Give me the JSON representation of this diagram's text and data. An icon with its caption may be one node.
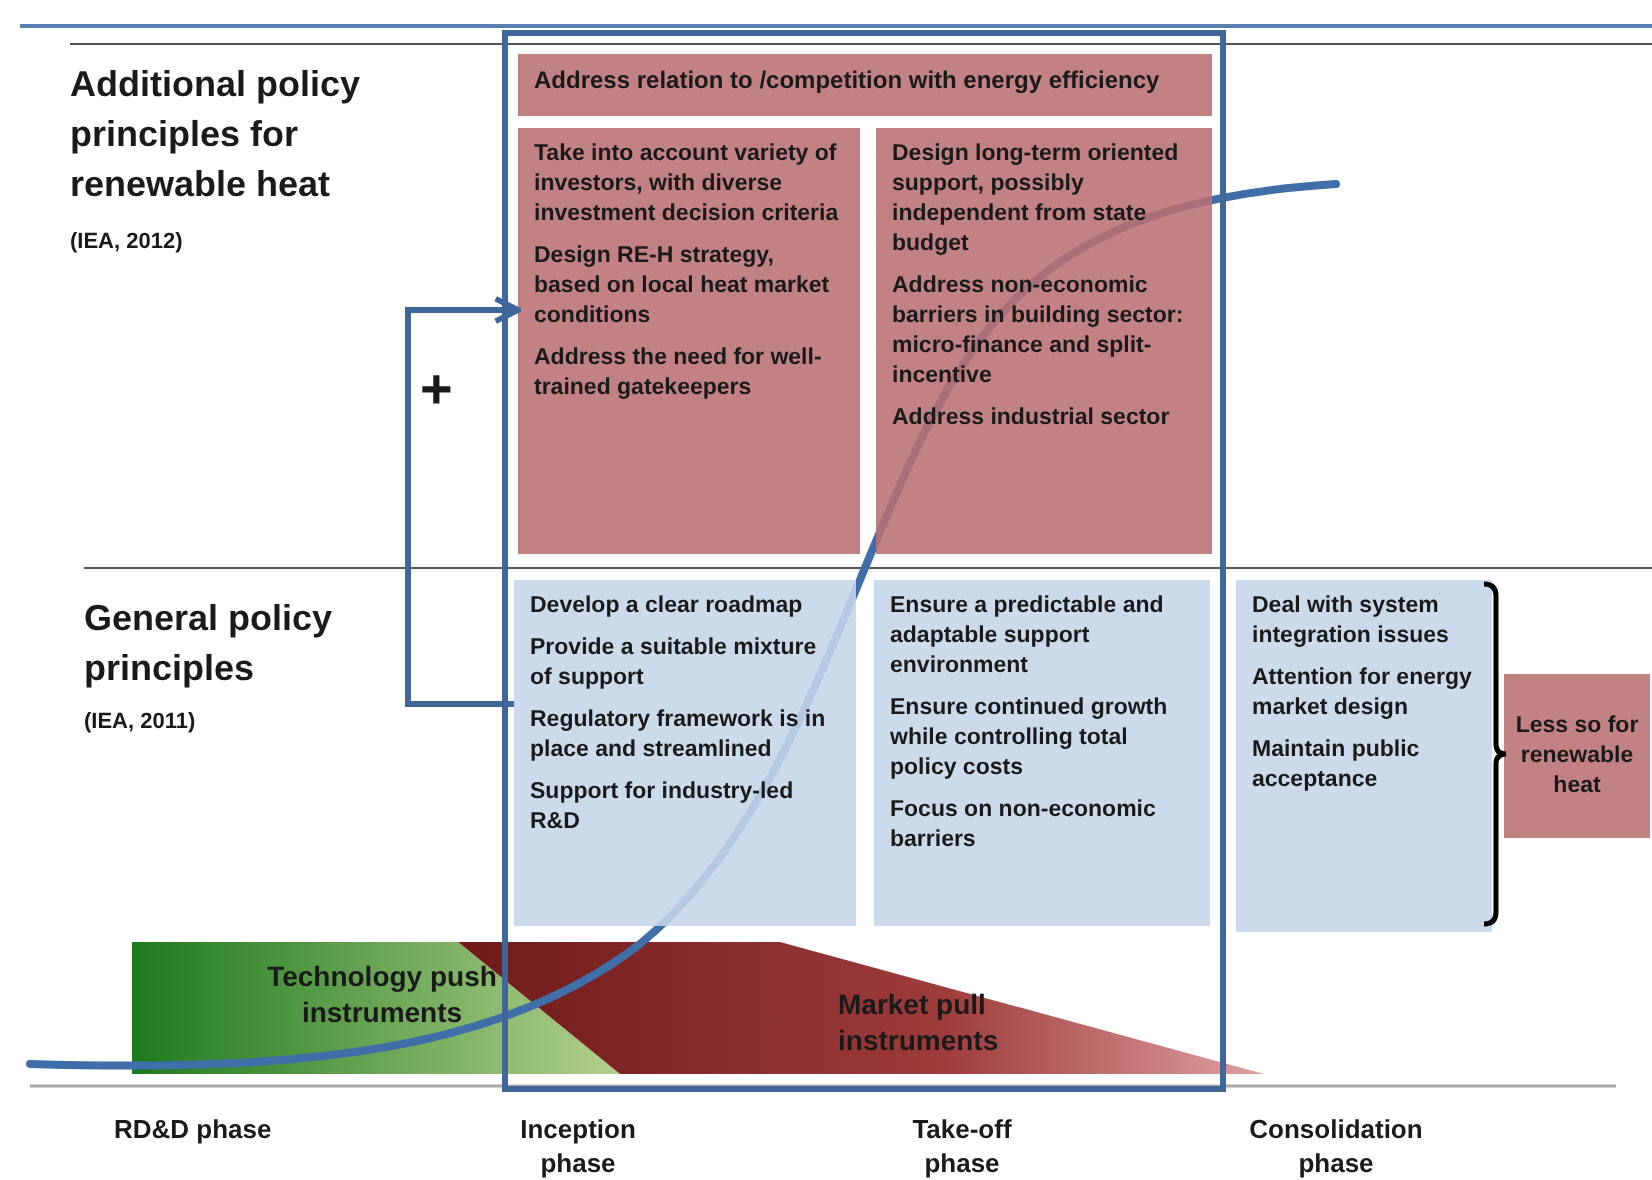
{
  "diagram": {
    "nodes": [
      {
        "text": [],
        "shape": "box"
      },
      {
        "text": [
          "Address relation to /competition with energy efficiency"
        ],
        "in": 0
      },
      {
        "text": [
          "Take into account variety of investors, with diverse investment decision criteria",
          "Design RE-H strategy, based on local heat market conditions",
          "Address the need for well-trained gatekeepers"
        ],
        "in": 0
      },
      {
        "text": [
          "Design long-term oriented support, possibly independent from state budget",
          "Address non-economic barriers in building sector: micro-finance and split-incentive",
          "Address industrial sector"
        ],
        "in": 0
      },
      {
        "text": [
          "Develop a clear roadmap",
          "Provide a suitable mixture of support",
          "Regulatory framework is in place and streamlined",
          "Support for industry-led R&D"
        ],
        "in": 0
      },
      {
        "text": [
          "Ensure a predictable and adaptable support environment",
          "Ensure continued growth while controlling total policy costs",
          "Focus on non-economic barriers"
        ],
        "in": 0
      },
      {
        "text": [
          "Deal with system integration issues",
          "Attention for energy market design",
          "Maintain public acceptance"
        ]
      },
      {
        "text": [
          "Less so for renewable heat"
        ]
      },
      {
        "text": [
          "Technology push instruments"
        ]
      },
      {
        "text": [
          "Market pull instruments"
        ]
      }
    ],
    "edges": [
      {
        "from": 4,
        "to": 2,
        "arrow": "to",
        "label": "+"
      }
    ],
    "labels": [
      "Additional policy principles for renewable heat",
      "(IEA, 2012)",
      "General policy principles",
      "(IEA, 2011)",
      "RD&D phase",
      "Inception phase",
      "Take-off phase",
      "Consolidation phase"
    ]
  }
}
